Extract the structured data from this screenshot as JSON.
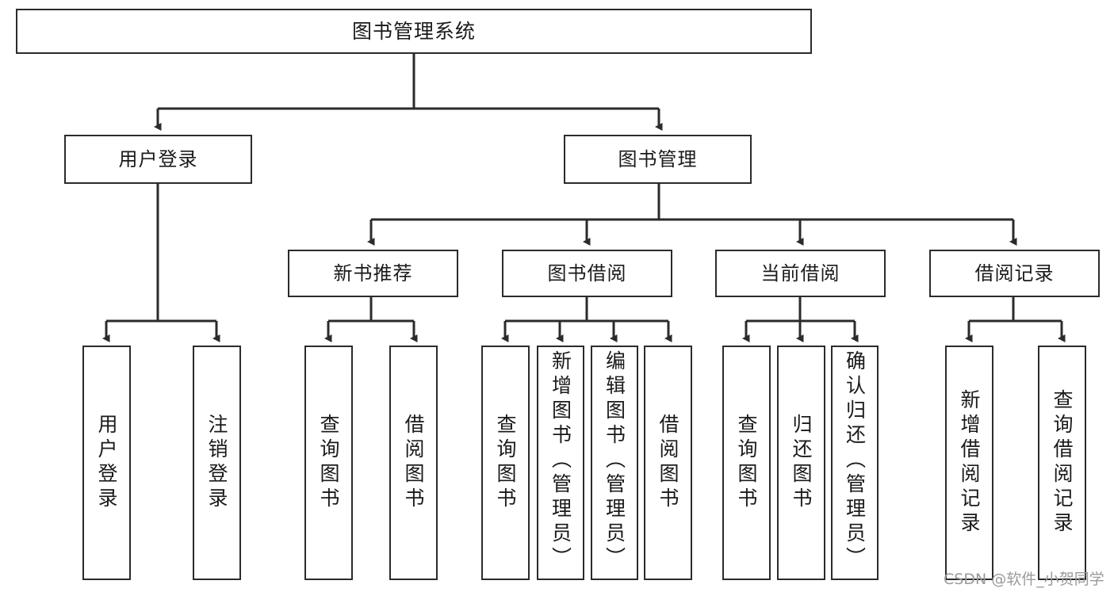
{
  "diagram": {
    "type": "tree-hierarchy",
    "title": "图书管理系统",
    "root": {
      "id": "root",
      "label": "图书管理系统"
    },
    "level2": [
      {
        "id": "user-login",
        "label": "用户登录"
      },
      {
        "id": "book-manage",
        "label": "图书管理"
      }
    ],
    "level3": [
      {
        "id": "new-book-recommend",
        "label": "新书推荐",
        "parent": "book-manage"
      },
      {
        "id": "book-borrow",
        "label": "图书借阅",
        "parent": "book-manage"
      },
      {
        "id": "current-borrow",
        "label": "当前借阅",
        "parent": "book-manage"
      },
      {
        "id": "borrow-record",
        "label": "借阅记录",
        "parent": "book-manage"
      }
    ],
    "leaves": {
      "user_login": [
        {
          "id": "leaf-user-login",
          "label": "用户登录"
        },
        {
          "id": "leaf-logout-login",
          "label": "注销登录"
        }
      ],
      "new_book_recommend": [
        {
          "id": "leaf-query-book-1",
          "label": "查询图书"
        },
        {
          "id": "leaf-borrow-book-1",
          "label": "借阅图书"
        }
      ],
      "book_borrow": [
        {
          "id": "leaf-query-book-2",
          "label": "查询图书"
        },
        {
          "id": "leaf-add-book",
          "label": "新增图书（管理员）"
        },
        {
          "id": "leaf-edit-book",
          "label": "编辑图书（管理员）"
        },
        {
          "id": "leaf-borrow-book-2",
          "label": "借阅图书"
        }
      ],
      "current_borrow": [
        {
          "id": "leaf-query-book-3",
          "label": "查询图书"
        },
        {
          "id": "leaf-return-book",
          "label": "归还图书"
        },
        {
          "id": "leaf-confirm-return",
          "label": "确认归还（管理员）"
        }
      ],
      "borrow_record": [
        {
          "id": "leaf-add-record",
          "label": "新增借阅记录"
        },
        {
          "id": "leaf-query-record",
          "label": "查询借阅记录"
        }
      ]
    }
  },
  "watermark": {
    "text": "CSDN @软件_小贺同学"
  },
  "colors": {
    "stroke": "#2b2b2b",
    "background": "#ffffff",
    "text": "#1a1a1a",
    "watermark": "#9a9a9a"
  }
}
